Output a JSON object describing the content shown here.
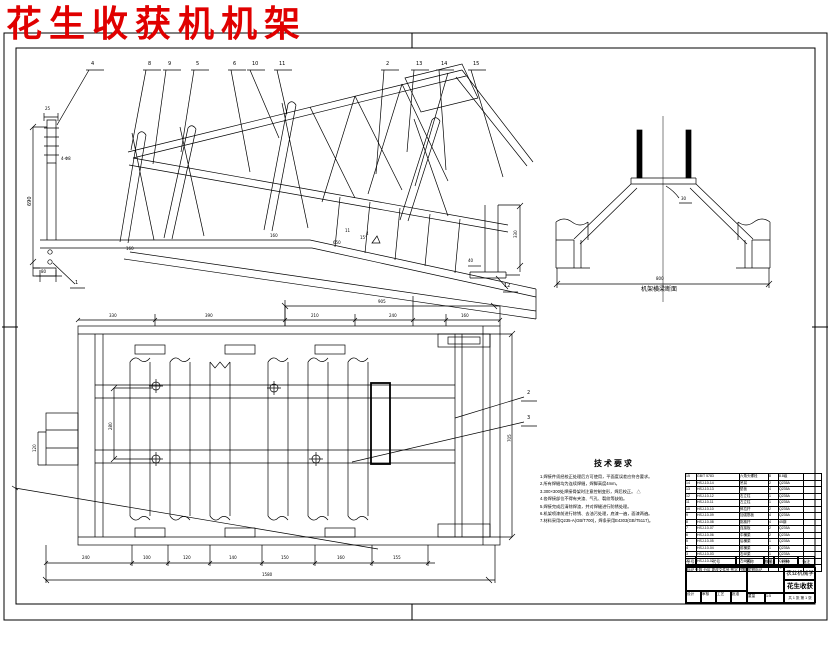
{
  "page": {
    "title": "花生收获机机架",
    "title_color": "#e00000",
    "line_color": "#000000",
    "background": "#ffffff"
  },
  "side_view": {
    "callouts_top": [
      "4",
      "8",
      "9",
      "5",
      "6",
      "10",
      "11",
      "2",
      "13",
      "14",
      "15"
    ],
    "callout_base": "1",
    "callout_post": "12",
    "dim_height": "690",
    "dim_head_width": "25",
    "hole_label": "4-Φ8",
    "dim_base": "80",
    "dim_incline": "650",
    "angle_label": "15°",
    "mid_label_a": "11",
    "mid_label_b": "4",
    "tine_dim_1": "160",
    "tine_dim_2": "160",
    "dim_post_height": "330",
    "dim_post_small": "40"
  },
  "section_view": {
    "apex_label": "30",
    "dim_bottom": "800",
    "caption": "机架横梁断面"
  },
  "plan_view": {
    "top_overall": "905",
    "top_dims": [
      "330",
      "390",
      "210",
      "240",
      "160"
    ],
    "bottom_dims": [
      "240",
      "100",
      "120",
      "140",
      "150",
      "160",
      "155"
    ],
    "bottom_overall": "1580",
    "left_dim": "120",
    "inner_dim": "280",
    "right_dim": "705",
    "callout_a": "2",
    "callout_b": "3"
  },
  "tech_requirements": {
    "heading": "技术要求",
    "lines": [
      "1.焊接件须经校正处理后方可使用，平面度误差应符合要求。",
      "2.所有焊缝均为连续焊缝，焊脚高度4mm。",
      "3.300×300处焊接骨架时注意控制变形，焊后校正。 △",
      "4.各焊接部位不得有夹渣、气孔、裂纹等缺陷。",
      "5.焊接完成后清除焊渣，并对焊缝进行防锈处理。",
      "6.机架喷漆前进行除锈、去油污处理，底漆一遍，面漆两遍。",
      "7.材料采用Q235-A(GB/T700)，焊条采用E4303(GB/T5117)。"
    ]
  },
  "bom": {
    "headers": [
      "序号",
      "代号",
      "名称",
      "数量",
      "材料",
      "备注"
    ],
    "rows": [
      [
        "15",
        "GB/T 5783",
        "六角头螺栓",
        "8",
        "8.8级",
        ""
      ],
      [
        "14",
        "HSJ-10-14",
        "吊耳",
        "2",
        "Q235A",
        ""
      ],
      [
        "13",
        "HSJ-10-13",
        "垫板",
        "4",
        "Q235A",
        ""
      ],
      [
        "12",
        "HSJ-10-12",
        "右立柱",
        "1",
        "Q235A",
        ""
      ],
      [
        "11",
        "HSJ-10-11",
        "左立柱",
        "1",
        "Q235A",
        ""
      ],
      [
        "10",
        "HSJ-10-10",
        "斜拉杆",
        "2",
        "Q235A",
        ""
      ],
      [
        "9",
        "HSJ-10-09",
        "加强筋板",
        "4",
        "Q235A",
        ""
      ],
      [
        "8",
        "HSJ-10-08",
        "挑秧杆",
        "4",
        "45钢",
        ""
      ],
      [
        "7",
        "HSJ-10-07",
        "连接板",
        "2",
        "Q235A",
        ""
      ],
      [
        "6",
        "HSJ-10-06",
        "中横梁",
        "2",
        "Q235A",
        ""
      ],
      [
        "5",
        "HSJ-10-05",
        "后横梁",
        "1",
        "Q235A",
        ""
      ],
      [
        "4",
        "HSJ-10-04",
        "前横梁",
        "1",
        "Q235A",
        ""
      ],
      [
        "3",
        "HSJ-10-03",
        "右纵梁",
        "1",
        "Q235A",
        ""
      ],
      [
        "2",
        "HSJ-10-02",
        "左纵梁",
        "1",
        "Q235A",
        ""
      ],
      [
        "1",
        "HSJ-10-01",
        "底架焊合件",
        "1",
        "Q235A",
        ""
      ]
    ]
  },
  "title_block": {
    "school": "农业机械学院",
    "drawing_name": "花生收获机机架",
    "mark_row": "标记 处数 分区 更改文件号 签字 日期",
    "role_design": "设计",
    "role_check": "审核",
    "role_process": "工艺",
    "role_approve": "批准",
    "stage_label": "阶段标记",
    "weight_label": "重量",
    "scale_label": "比例",
    "scale_value": "1:5",
    "sheet_info": "共 1 张 第 1 张"
  }
}
